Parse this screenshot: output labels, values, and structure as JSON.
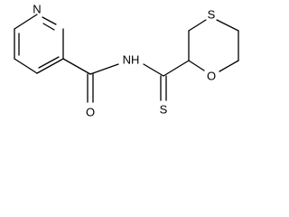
{
  "molecule": {
    "atom_labels": {
      "pyridine_n": "N",
      "amide_nh": "NH",
      "carbonyl_o": "O",
      "thione_s": "S",
      "ring_s": "S",
      "ring_o": "O"
    }
  }
}
